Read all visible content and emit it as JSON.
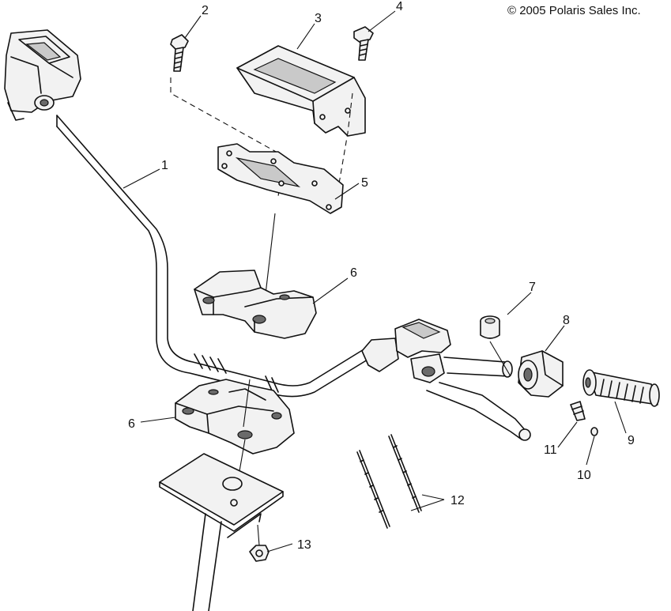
{
  "copyright": "© 2005 Polaris Sales Inc.",
  "callouts": [
    "1",
    "2",
    "3",
    "4",
    "5",
    "6",
    "6",
    "7",
    "8",
    "9",
    "10",
    "11",
    "12",
    "13"
  ]
}
